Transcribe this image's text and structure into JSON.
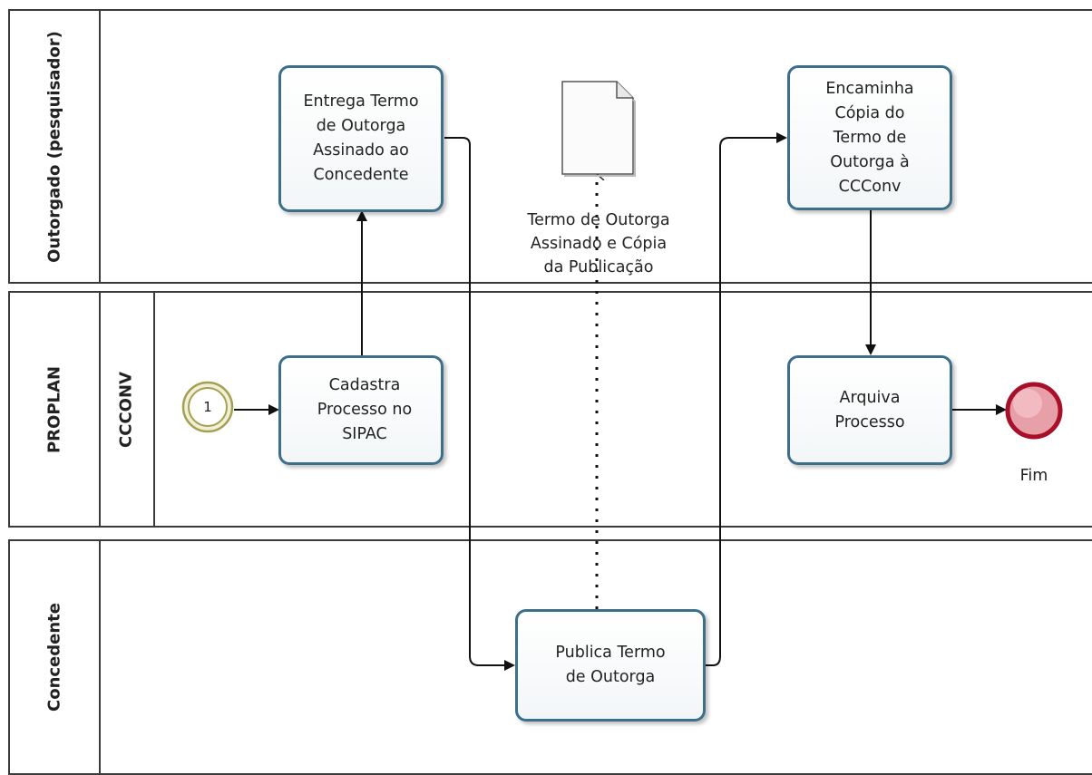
{
  "pools": {
    "outorgado": {
      "label": "Outorgado (pesquisador)"
    },
    "proplan": {
      "label": "PROPLAN",
      "lane_label": "CCCONV"
    },
    "concedente": {
      "label": "Concedente"
    }
  },
  "tasks": {
    "entrega": {
      "label": "Entrega Termo\nde Outorga\nAssinado ao\nConcedente"
    },
    "encaminha": {
      "label": "Encaminha\nCópia do\nTermo de\nOutorga à\nCCConv"
    },
    "cadastra": {
      "label": "Cadastra\nProcesso no\nSIPAC",
      "icon": "table-icon"
    },
    "arquiva": {
      "label": "Arquiva\nProcesso"
    },
    "publica": {
      "label": "Publica Termo\nde Outorga"
    }
  },
  "data_object": {
    "label": "Termo de Outorga\nAssinado e Cópia\nda Publicação",
    "icon": "document-icon"
  },
  "start_event": {
    "label": "1"
  },
  "end_event": {
    "label": "Fim"
  },
  "colors": {
    "task_border": "#3e6f8a",
    "start_border": "#a5a050",
    "end_fill": "#e8a0a8",
    "end_border": "#a8102a"
  }
}
